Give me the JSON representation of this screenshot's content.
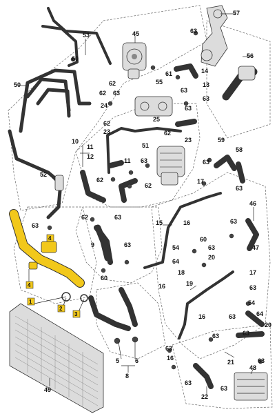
{
  "diagram": {
    "highlight_color": "#f2c81b",
    "callouts": [
      "1",
      "2",
      "3",
      "4",
      "5",
      "6",
      "8",
      "9",
      "10",
      "11",
      "12",
      "13",
      "14",
      "15",
      "16",
      "17",
      "18",
      "19",
      "20",
      "21",
      "22",
      "23",
      "25",
      "45",
      "46",
      "48",
      "49",
      "50",
      "51",
      "52",
      "53",
      "54",
      "55",
      "56",
      "57",
      "58",
      "59",
      "60",
      "61",
      "62",
      "63",
      "64"
    ],
    "highlight_markers": [
      "1",
      "2",
      "3",
      "4",
      "4"
    ]
  }
}
